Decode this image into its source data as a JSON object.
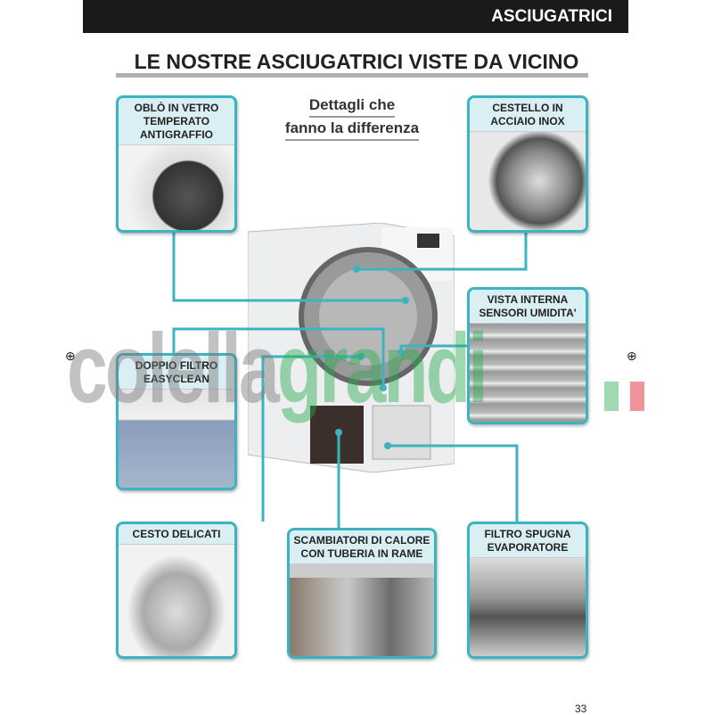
{
  "header": {
    "section": "ASCIUGATRICI"
  },
  "title": "LE NOSTRE ASCIUGATRICI VISTE DA VICINO",
  "subtitle": [
    "Dettagli che",
    "fanno la differenza"
  ],
  "cards": [
    {
      "label": "OBLÒ IN VETRO TEMPERATO ANTIGRAFFIO"
    },
    {
      "label": "CESTELLO IN ACCIAIO INOX"
    },
    {
      "label": "VISTA INTERNA SENSORI UMIDITA'"
    },
    {
      "label": "DOPPIO FILTRO EASYCLEAN"
    },
    {
      "label": "CESTO DELICATI"
    },
    {
      "label": "SCAMBIATORI DI CALORE CON TUBERIA IN RAME"
    },
    {
      "label": "FILTRO SPUGNA EVAPORATORE"
    }
  ],
  "watermark": "colellagrandi",
  "page_number": "33",
  "colors": {
    "accent": "#3cb4bf",
    "label_bg": "#d9eff3",
    "header_bg": "#1a1a1a"
  }
}
